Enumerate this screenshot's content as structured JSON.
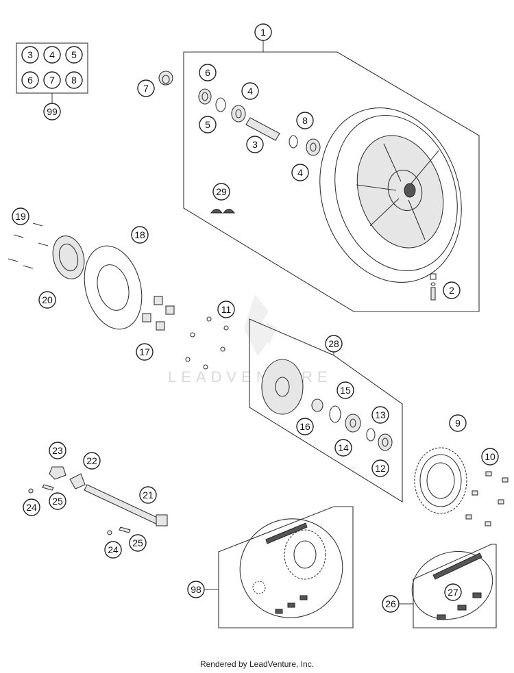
{
  "footer": {
    "credit": "Rendered by LeadVenture, Inc."
  },
  "watermark": {
    "text": "LEADVENTURE"
  },
  "callouts": {
    "c1": "1",
    "c2": "2",
    "c3": "3",
    "c4a": "4",
    "c4b": "4",
    "c5": "5",
    "c6": "6",
    "c7": "7",
    "c8": "8",
    "c9": "9",
    "c10": "10",
    "c11": "11",
    "c12": "12",
    "c13": "13",
    "c14": "14",
    "c15": "15",
    "c16": "16",
    "c17": "17",
    "c18": "18",
    "c19": "19",
    "c20": "20",
    "c21": "21",
    "c22": "22",
    "c23": "23",
    "c24a": "24",
    "c24b": "24",
    "c25a": "25",
    "c25b": "25",
    "c26": "26",
    "c27": "27",
    "c28": "28",
    "c29": "29",
    "c98": "98",
    "c99": "99",
    "k3": "3",
    "k4": "4",
    "k5": "5",
    "k6": "6",
    "k7": "7",
    "k8": "8"
  }
}
